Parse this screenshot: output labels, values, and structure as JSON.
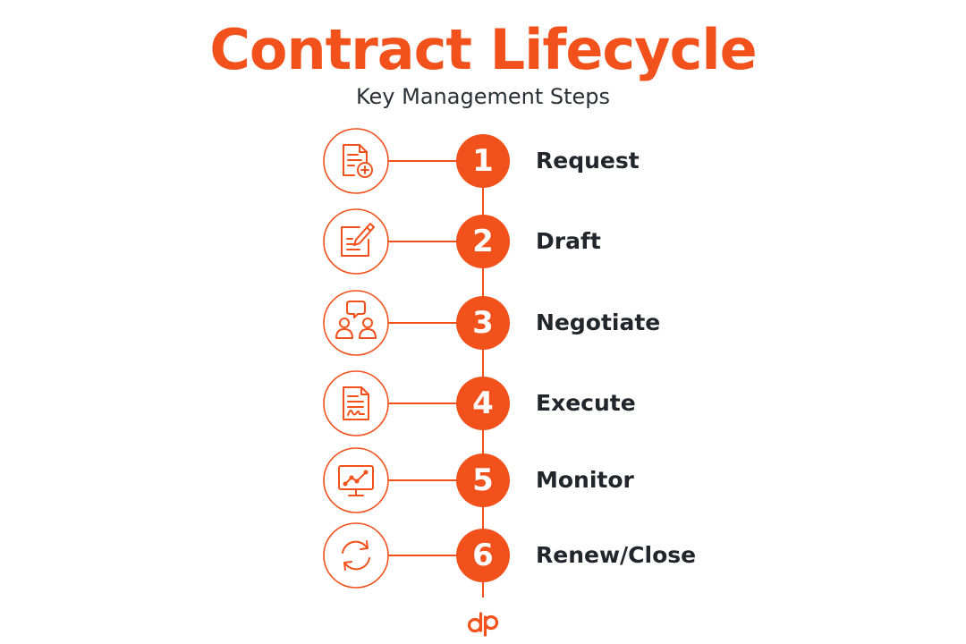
{
  "header": {
    "title": "Contract Lifecycle",
    "subtitle": "Key Management Steps"
  },
  "colors": {
    "accent": "#f2511b",
    "text": "#22252b"
  },
  "steps": [
    {
      "number": "1",
      "label": "Request",
      "icon": "document-plus-icon"
    },
    {
      "number": "2",
      "label": "Draft",
      "icon": "edit-document-icon"
    },
    {
      "number": "3",
      "label": "Negotiate",
      "icon": "people-chat-icon"
    },
    {
      "number": "4",
      "label": "Execute",
      "icon": "signed-document-icon"
    },
    {
      "number": "5",
      "label": "Monitor",
      "icon": "monitor-chart-icon"
    },
    {
      "number": "6",
      "label": "Renew/Close",
      "icon": "refresh-cycle-icon"
    }
  ],
  "logo": {
    "icon": "dp-logo-icon"
  }
}
